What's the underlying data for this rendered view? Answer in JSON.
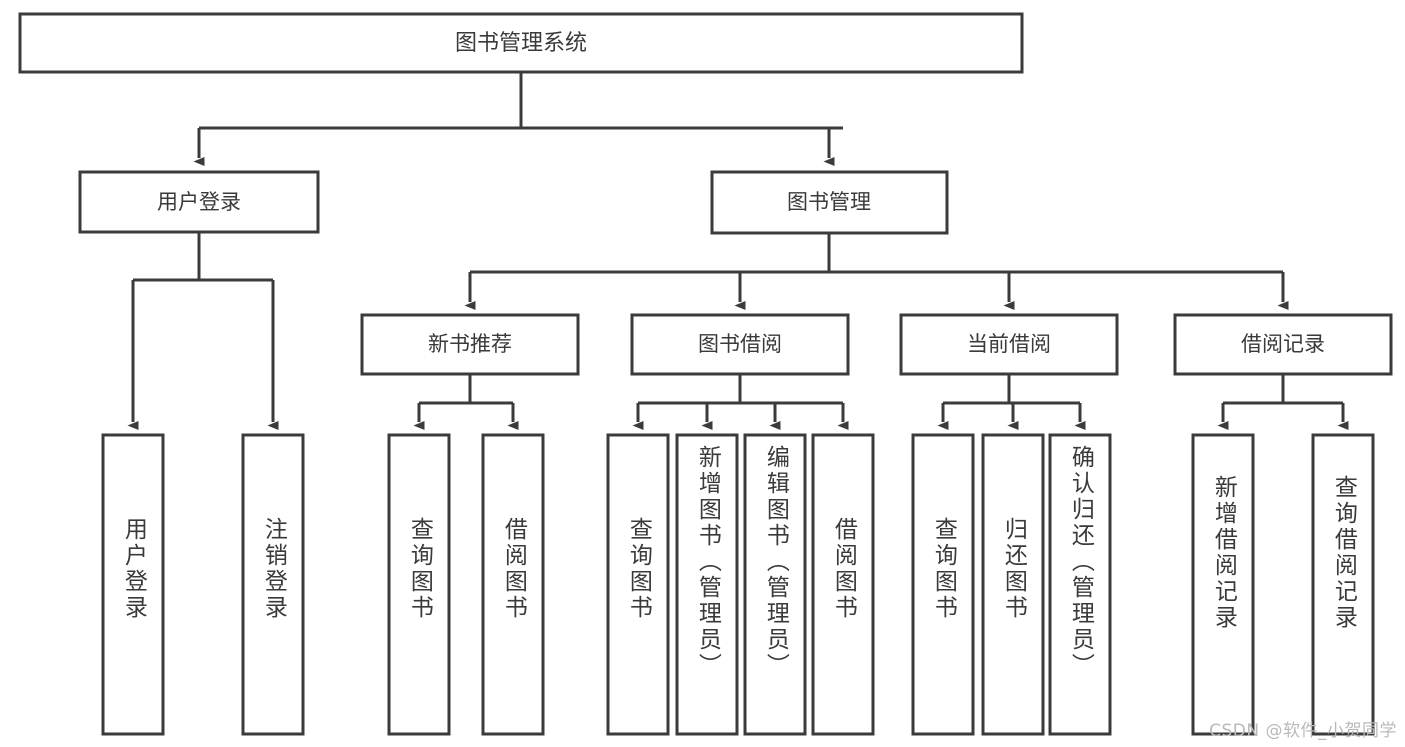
{
  "diagram": {
    "title": "图书管理系统",
    "watermark": "CSDN @软件_小贺同学",
    "stroke_color": "#3b3b3b",
    "text_color": "#3a3a3a",
    "background_color": "#ffffff",
    "type": "tree-hierarchy-diagram",
    "root": {
      "label": "图书管理系统",
      "children": [
        {
          "label": "用户登录",
          "children": [
            {
              "label": "用户登录"
            },
            {
              "label": "注销登录"
            }
          ]
        },
        {
          "label": "图书管理",
          "children": [
            {
              "label": "新书推荐",
              "children": [
                {
                  "label": "查询图书"
                },
                {
                  "label": "借阅图书"
                }
              ]
            },
            {
              "label": "图书借阅",
              "children": [
                {
                  "label": "查询图书"
                },
                {
                  "label": "新增图书（管理员）"
                },
                {
                  "label": "编辑图书（管理员）"
                },
                {
                  "label": "借阅图书"
                }
              ]
            },
            {
              "label": "当前借阅",
              "children": [
                {
                  "label": "查询图书"
                },
                {
                  "label": "归还图书"
                },
                {
                  "label": "确认归还（管理员）"
                }
              ]
            },
            {
              "label": "借阅记录",
              "children": [
                {
                  "label": "新增借阅记录"
                },
                {
                  "label": "查询借阅记录"
                }
              ]
            }
          ]
        }
      ]
    },
    "nodes": {
      "root_title": "图书管理系统",
      "level2": [
        "用户登录",
        "图书管理"
      ],
      "level3": [
        "新书推荐",
        "图书借阅",
        "当前借阅",
        "借阅记录"
      ],
      "leaves": [
        "用户登录",
        "注销登录",
        "查询图书",
        "借阅图书",
        "查询图书",
        "新增图书（管理员）",
        "编辑图书（管理员）",
        "借阅图书",
        "查询图书",
        "归还图书",
        "确认归还（管理员）",
        "新增借阅记录",
        "查询借阅记录"
      ]
    }
  }
}
